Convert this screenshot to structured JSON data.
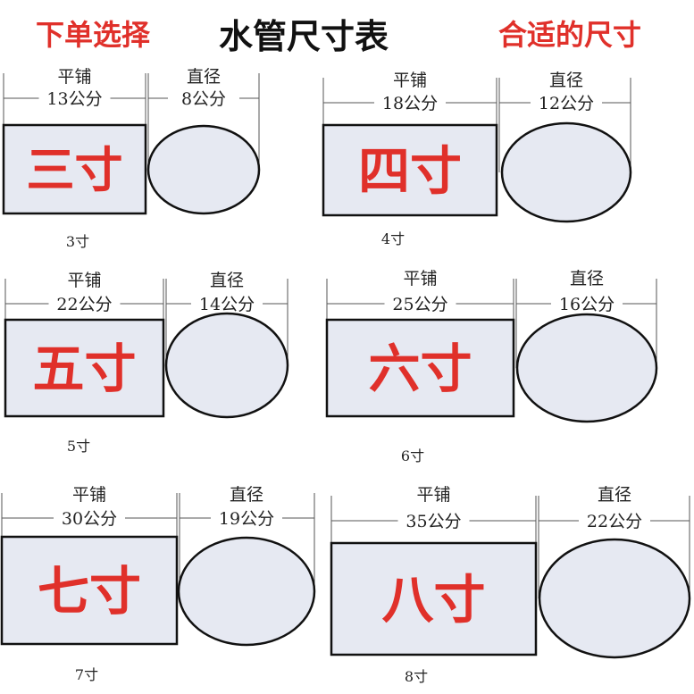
{
  "header": {
    "left": "下单选择",
    "title": "水管尺寸表",
    "right": "合适的尺寸"
  },
  "colors": {
    "accent_red": "#e0302a",
    "shape_fill": "#e6e9f2",
    "outline": "#111111"
  },
  "panels": [
    {
      "big_label": "三寸",
      "flat_label": "平铺",
      "flat_value": "13公分",
      "diameter_label": "直径",
      "diameter_value": "8公分",
      "caption": "3寸"
    },
    {
      "big_label": "四寸",
      "flat_label": "平铺",
      "flat_value": "18公分",
      "diameter_label": "直径",
      "diameter_value": "12公分",
      "caption": "4寸"
    },
    {
      "big_label": "五寸",
      "flat_label": "平铺",
      "flat_value": "22公分",
      "diameter_label": "直径",
      "diameter_value": "14公分",
      "caption": "5寸"
    },
    {
      "big_label": "六寸",
      "flat_label": "平铺",
      "flat_value": "25公分",
      "diameter_label": "直径",
      "diameter_value": "16公分",
      "caption": "6寸"
    },
    {
      "big_label": "七寸",
      "flat_label": "平铺",
      "flat_value": "30公分",
      "diameter_label": "直径",
      "diameter_value": "19公分",
      "caption": "7寸"
    },
    {
      "big_label": "八寸",
      "flat_label": "平铺",
      "flat_value": "35公分",
      "diameter_label": "直径",
      "diameter_value": "22公分",
      "caption": "8寸"
    }
  ]
}
